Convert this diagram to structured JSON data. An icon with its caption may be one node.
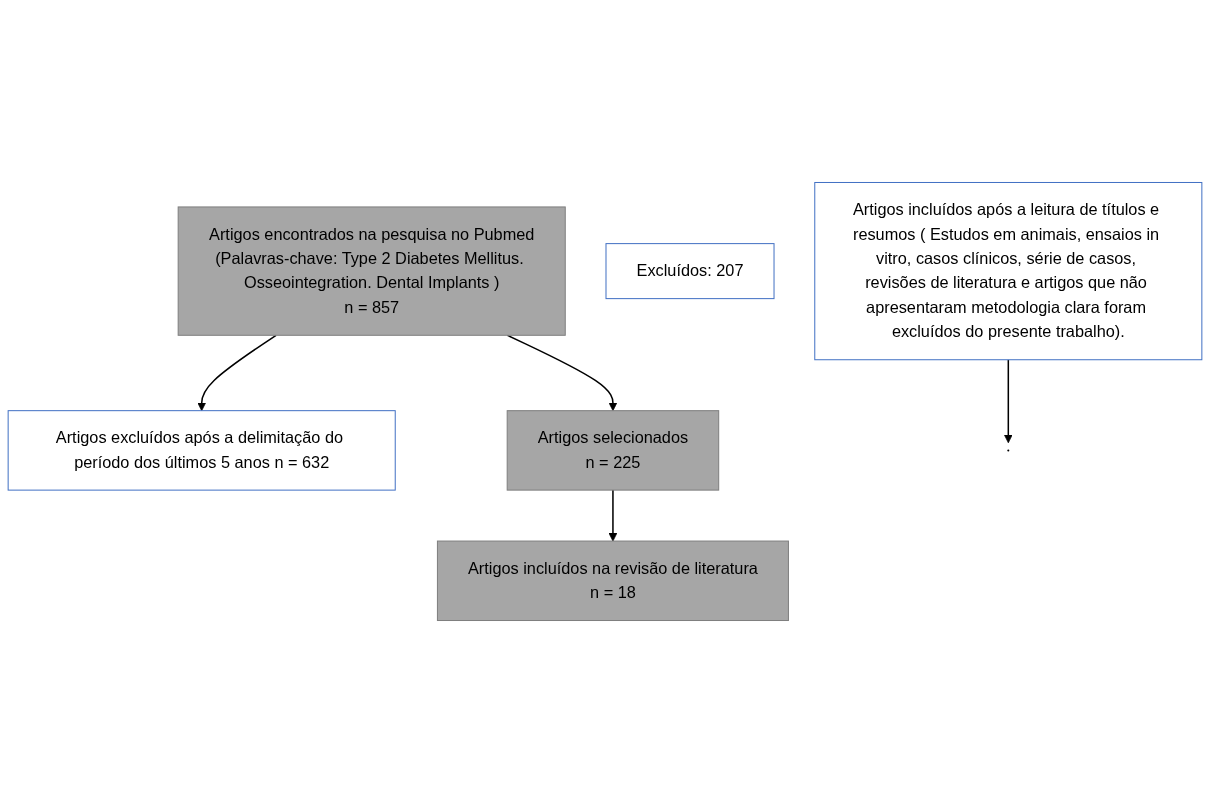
{
  "diagram": {
    "nodes": [
      {
        "text": [
          "Artigos encontrados na pesquisa no Pubmed",
          "(Palavras-chave: Type 2 Diabetes Mellitus. Osseointegration. Dental Implants )",
          "n = 857"
        ]
      },
      {
        "text": [
          "Artigos excluídos após a delimitação do período dos últimos 5 anos n = 632"
        ]
      },
      {
        "text": [
          "Artigos selecionados",
          "n = 225"
        ]
      },
      {
        "text": [
          "Excluídos: 207"
        ]
      },
      {
        "text": [
          "Artigos incluídos após a leitura de títulos e resumos ( Estudos em animais, ensaios in vitro, casos clínicos, série de casos, revisões de literatura e artigos que não apresentaram metodologia clara foram excluídos do presente trabalho)."
        ]
      },
      {
        "text": [
          "Artigos incluídos na revisão de literatura",
          "n = 18"
        ]
      }
    ],
    "edges": [
      {
        "from": 0,
        "to": 2,
        "arrow": "to"
      },
      {
        "from": 0,
        "to": 1,
        "arrow": "to"
      },
      {
        "from": 2,
        "to": 5,
        "arrow": "to"
      },
      {
        "from": 4,
        "to": null,
        "arrow": "to"
      }
    ]
  }
}
